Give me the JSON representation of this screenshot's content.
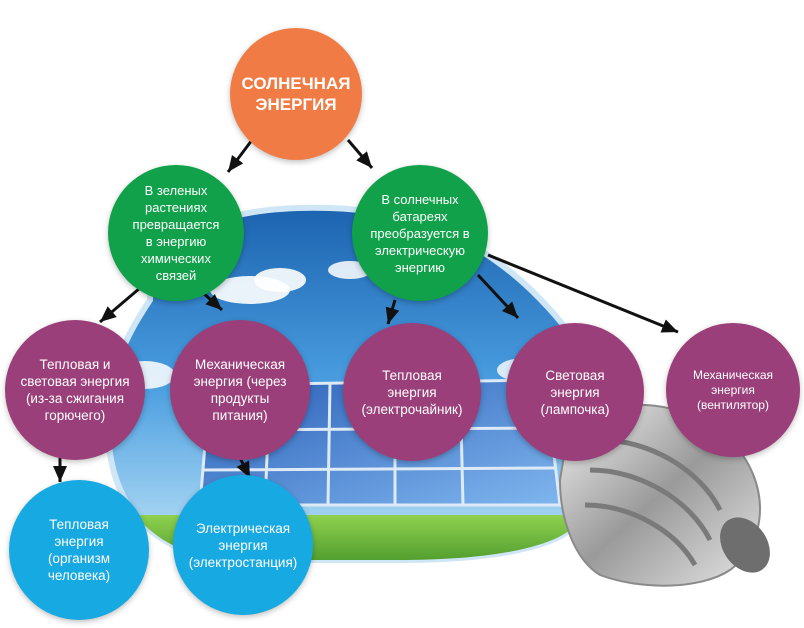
{
  "colors": {
    "orange": "#f07b45",
    "green": "#10a14a",
    "purple": "#9a3f7a",
    "cyan": "#17a9e1",
    "arrow": "#111111"
  },
  "nodes": {
    "sun": "СОЛНЕЧНАЯ\nЭНЕРГИЯ",
    "plants": "В зеленых\nрастениях\nпревращается\nв энергию\nхимических\nсвязей",
    "battery": "В солнечных\nбатареях\nпреобразуется в\nэлектрическую\nэнергию",
    "heat_light": "Тепловая и\nсветовая энергия\n(из-за сжигания\nгорючего)",
    "mech_food": "Механическая\nэнергия (через\nпродукты питания)",
    "heat_kettle": "Тепловая\nэнергия\n(электрочайник)",
    "light_lamp": "Световая\nэнергия\n(лампочка)",
    "mech_fan": "Механическая\nэнергия\n(вентилятор)",
    "heat_human": "Тепловая\nэнергия\n(организм\nчеловека)",
    "electric_plant": "Электрическая\nэнергия\n(электростанция)"
  }
}
